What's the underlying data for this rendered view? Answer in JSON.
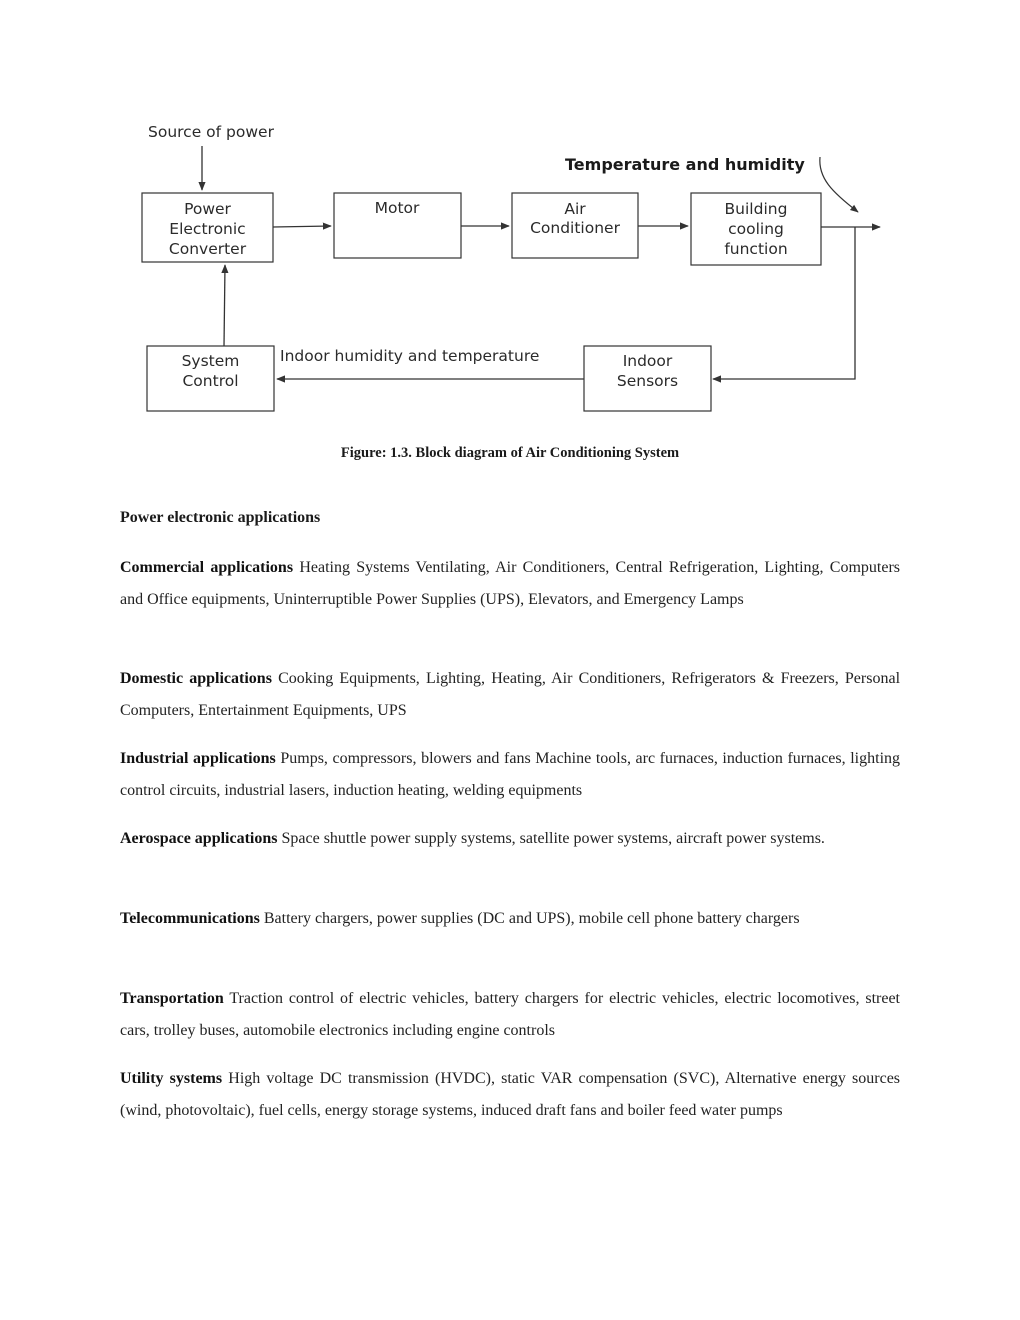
{
  "diagram": {
    "source_label": "Source of power",
    "feedback_label": "Temperature and humidity",
    "indoor_label": "Indoor humidity and temperature",
    "blocks": {
      "converter": [
        "Power",
        "Electronic",
        "Converter"
      ],
      "motor": [
        "Motor"
      ],
      "air_conditioner": [
        "Air",
        "Conditioner"
      ],
      "building": [
        "Building",
        "cooling",
        "function"
      ],
      "sensors": [
        "Indoor",
        "Sensors"
      ],
      "control": [
        "System",
        "Control"
      ]
    }
  },
  "caption": "Figure: 1.3. Block diagram of Air Conditioning System",
  "section_heading": "Power electronic applications",
  "applications": [
    {
      "label": "Commercial applications",
      "text": "Heating Systems Ventilating, Air Conditioners, Central Refrigeration, Lighting, Computers and Office equipments, Uninterruptible Power Supplies (UPS), Elevators, and Emergency Lamps"
    },
    {
      "label": "Domestic applications",
      "text": "Cooking Equipments, Lighting, Heating, Air Conditioners, Refrigerators & Freezers, Personal Computers, Entertainment Equipments, UPS"
    },
    {
      "label": "Industrial applications",
      "text": "Pumps, compressors, blowers and fans Machine tools, arc furnaces, induction furnaces, lighting control circuits, industrial lasers, induction heating, welding equipments"
    },
    {
      "label": "Aerospace applications",
      "text": "Space shuttle power supply systems, satellite power systems, aircraft power systems."
    },
    {
      "label": "Telecommunications",
      "text": "Battery chargers, power supplies (DC and UPS), mobile cell phone battery chargers"
    },
    {
      "label": "Transportation",
      "text": "Traction control of electric vehicles, battery chargers for electric vehicles, electric locomotives, street cars, trolley buses, automobile electronics including engine controls"
    },
    {
      "label": "Utility systems",
      "text": "High voltage DC transmission (HVDC), static VAR compensation (SVC), Alternative energy sources (wind, photovoltaic), fuel cells, energy storage systems, induced draft fans and boiler feed water pumps"
    }
  ]
}
